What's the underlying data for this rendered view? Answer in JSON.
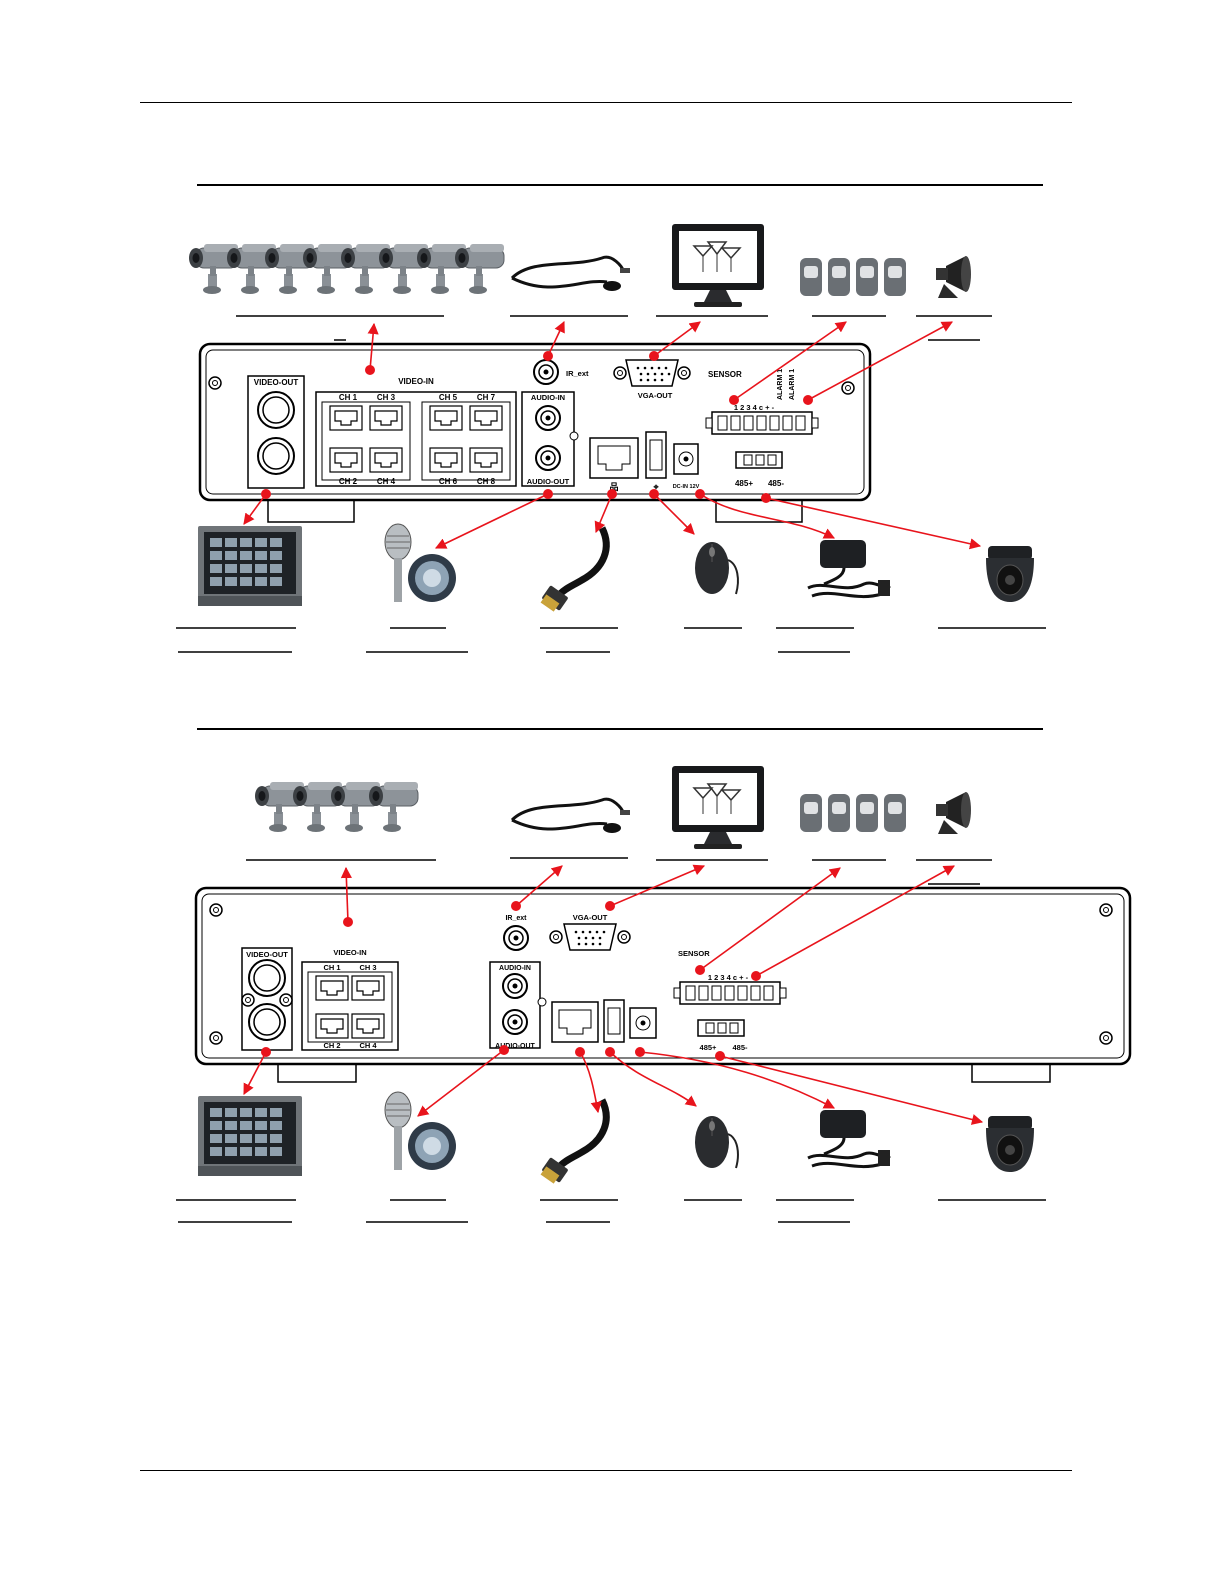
{
  "diagram_8ch": {
    "panel_labels": {
      "video_out": "VIDEO-OUT",
      "video_in": "VIDEO-IN",
      "ch1": "CH 1",
      "ch3": "CH 3",
      "ch5": "CH 5",
      "ch7": "CH 7",
      "ch2": "CH 2",
      "ch4": "CH 4",
      "ch6": "CH 6",
      "ch8": "CH 8",
      "audio_in": "AUDIO-IN",
      "audio_out": "AUDIO-OUT",
      "ir_ext": "IR_ext",
      "vga_out": "VGA-OUT",
      "sensor": "SENSOR",
      "alarm1": "ALARM 1",
      "alarm2": "ALARM 1",
      "terminal_numbers": "1 2 3 4 c + -",
      "dc_in": "DC-IN 12V",
      "rs485_plus": "485+",
      "rs485_minus": "485-"
    }
  },
  "diagram_4ch": {
    "panel_labels": {
      "video_out": "VIDEO-OUT",
      "video_in": "VIDEO-IN",
      "ch1": "CH 1",
      "ch3": "CH 3",
      "ch2": "CH 2",
      "ch4": "CH 4",
      "audio_in": "AUDIO-IN",
      "audio_out": "AUDIO-OUT",
      "ir_ext": "IR_ext",
      "vga_out": "VGA-OUT",
      "sensor": "SENSOR",
      "terminal_numbers": "1 2 3 4 c + -",
      "rs485_plus": "485+",
      "rs485_minus": "485-"
    }
  },
  "colors": {
    "arrow": "#e8141c",
    "panel_fill": "#ffffff",
    "panel_stroke": "#000000",
    "device_gray": "#6d7378",
    "device_dark": "#222528"
  },
  "icons": [
    "camera-icon",
    "ir-cable-icon",
    "monitor-icon",
    "sensor-icon",
    "siren-icon",
    "crt-monitor-icon",
    "microphone-icon",
    "network-cable-icon",
    "mouse-icon",
    "power-adapter-icon",
    "ptz-dome-icon"
  ]
}
